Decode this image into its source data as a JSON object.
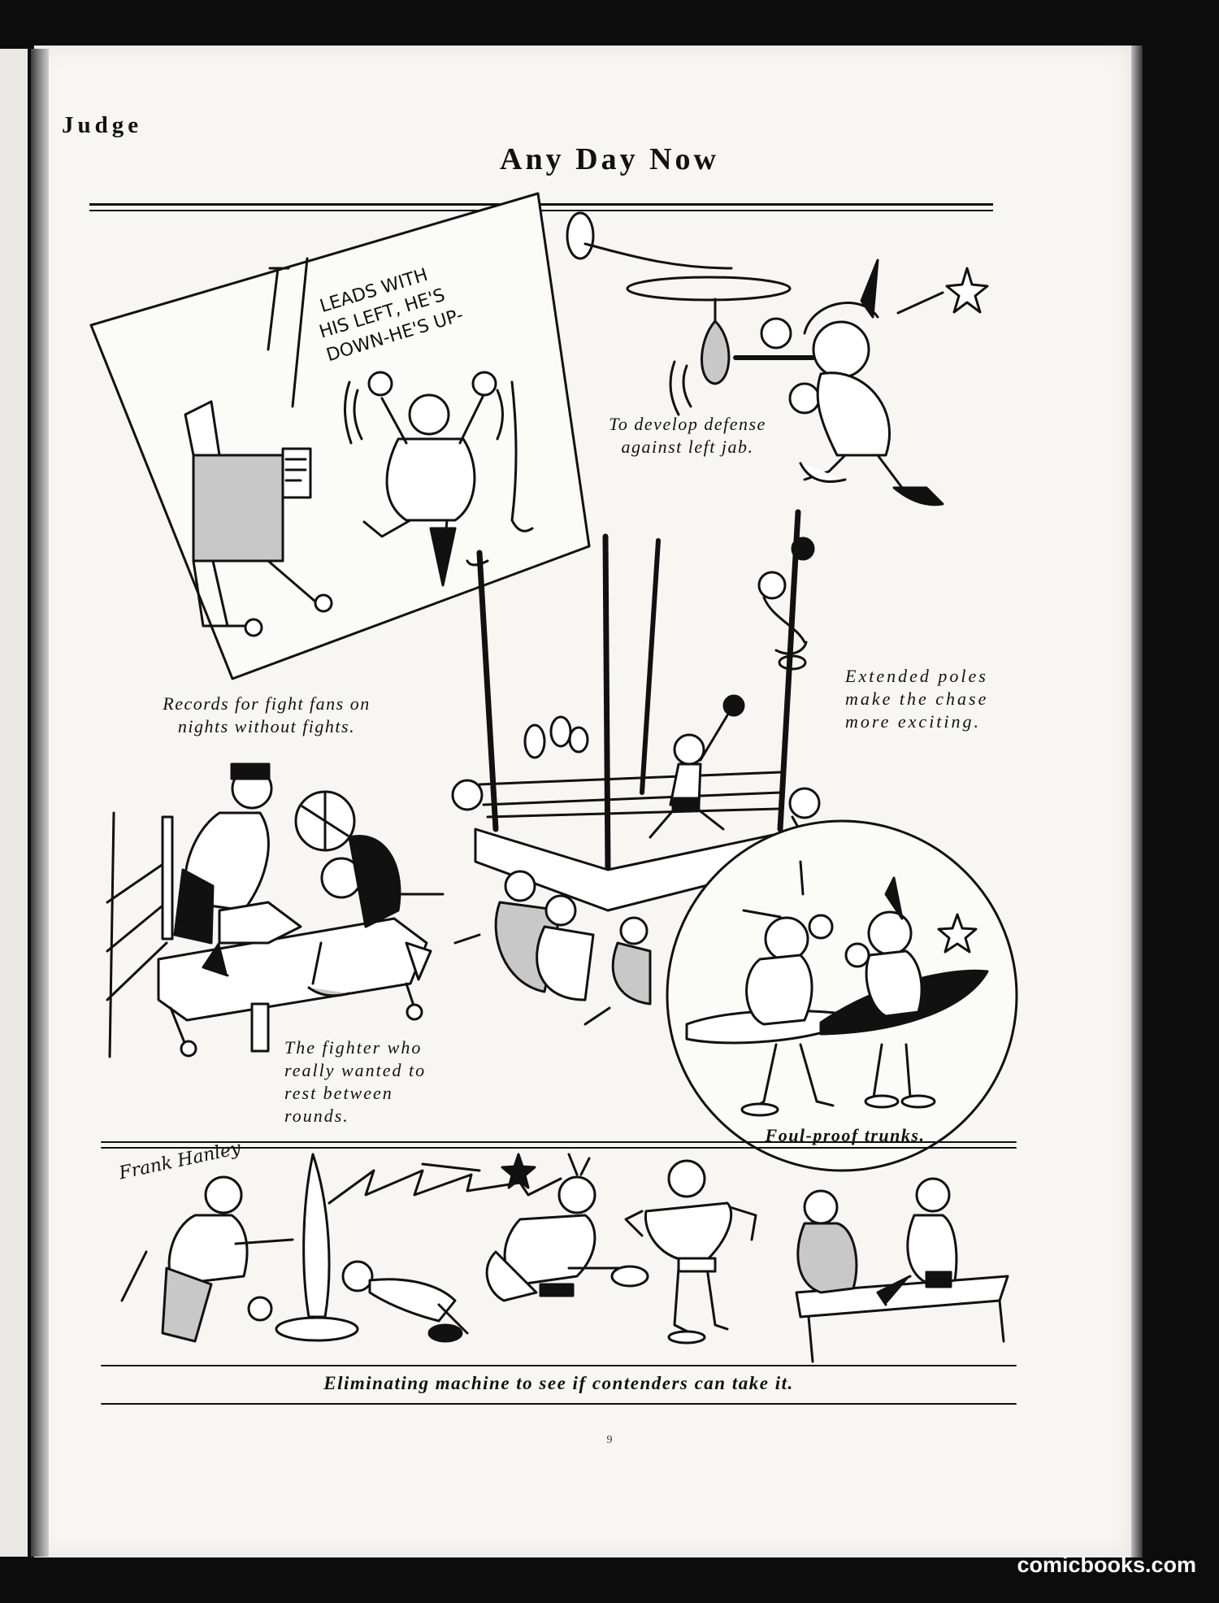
{
  "page": {
    "magazine": "Judge",
    "title": "Any Day Now",
    "page_number": "9",
    "signature": "Frank Hanley",
    "watermark": "comicbooks.com"
  },
  "panels": {
    "records": {
      "sign_lines": [
        "LEADS WITH",
        "HIS LEFT, HE'S",
        "DOWN-HE'S UP-"
      ],
      "caption": [
        "Records for fight fans on",
        "nights without fights."
      ]
    },
    "punching_bag": {
      "caption": [
        "To develop defense",
        "against left jab."
      ]
    },
    "poles": {
      "caption": [
        "Extended poles",
        "make the chase",
        "more exciting."
      ]
    },
    "rest": {
      "caption": [
        "The fighter who",
        "really wanted to",
        "rest between",
        "rounds."
      ]
    },
    "trunks": {
      "caption": [
        "Foul-proof trunks."
      ]
    },
    "machine": {
      "caption": [
        "Eliminating machine to see if contenders can take it."
      ]
    }
  },
  "colors": {
    "ink": "#111111",
    "paper": "#f7f6f2",
    "shade": "#c8c8c8"
  }
}
